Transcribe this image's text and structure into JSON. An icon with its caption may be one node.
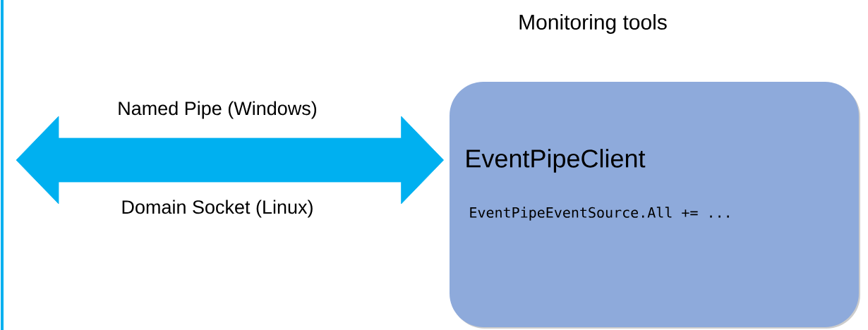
{
  "diagram": {
    "nodes": [
      {
        "text": [],
        "shape": "box"
      },
      {
        "text": [
          "Monitoring tools",
          "EventPipeClient",
          "EventPipeEventSource.All += ..."
        ]
      }
    ],
    "edges": [
      {
        "from": 0,
        "to": 1,
        "arrow": "both",
        "label": "Named Pipe (Windows)"
      }
    ],
    "labels": [
      "Domain Socket (Linux)"
    ]
  }
}
